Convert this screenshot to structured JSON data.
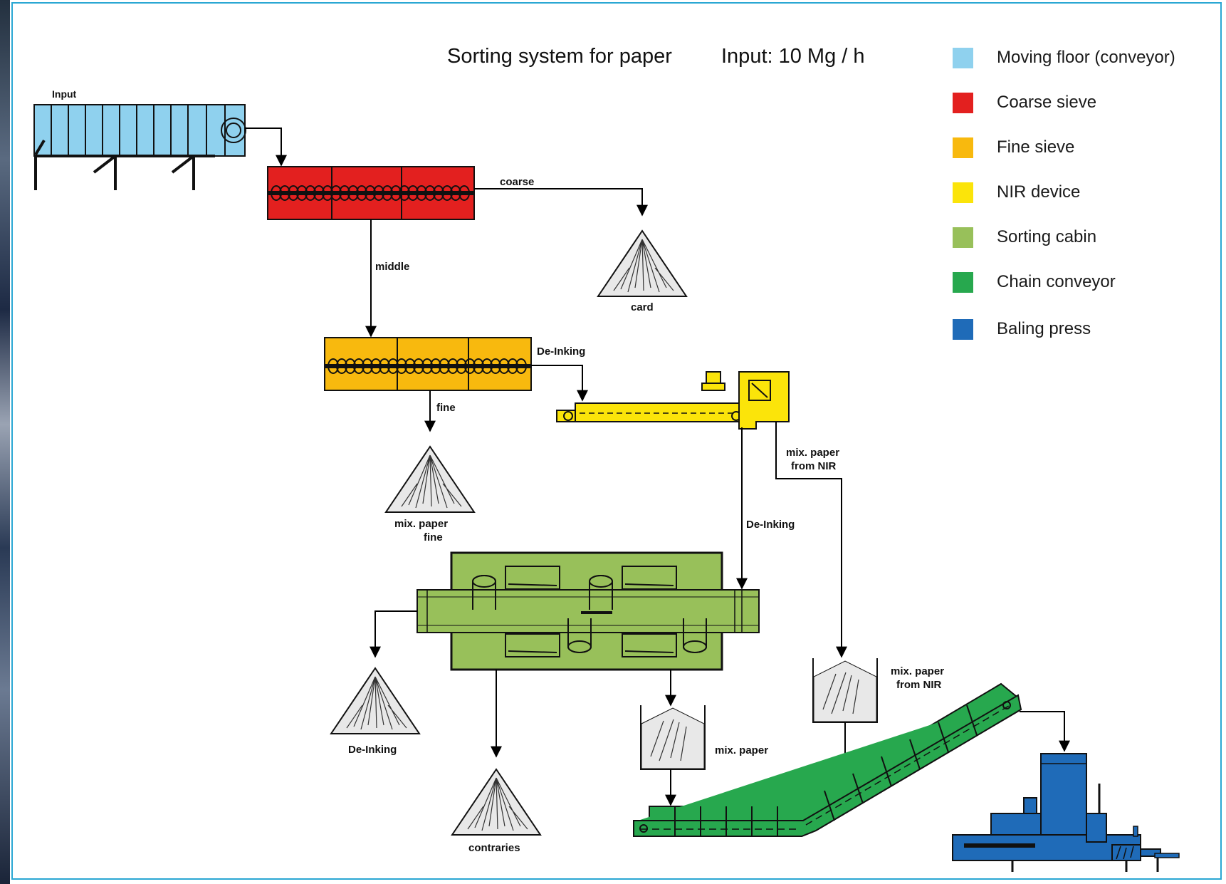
{
  "title": "Sorting system for paper",
  "input_rate": "Input: 10 Mg / h",
  "legend": [
    {
      "label": "Moving floor (conveyor)",
      "color": "#8fd1ee"
    },
    {
      "label": "Coarse sieve",
      "color": "#e3201f"
    },
    {
      "label": "Fine sieve",
      "color": "#f8b90e"
    },
    {
      "label": "NIR device",
      "color": "#fbe40a"
    },
    {
      "label": "Sorting cabin",
      "color": "#98c05a"
    },
    {
      "label": "Chain conveyor",
      "color": "#27a84e"
    },
    {
      "label": "Baling press",
      "color": "#1f6bb8"
    }
  ],
  "labels": {
    "input": "Input",
    "coarse": "coarse",
    "card": "card",
    "middle": "middle",
    "deinking_top": "De-Inking",
    "fine": "fine",
    "mix_paper_fine_1": "mix. paper",
    "mix_paper_fine_2": "fine",
    "nir_out_1": "mix. paper",
    "nir_out_2": "from NIR",
    "deinking_mid": "De-Inking",
    "deinking_bottom": "De-Inking",
    "contraries": "contraries",
    "mix_paper": "mix. paper",
    "nir_bin_1": "mix. paper",
    "nir_bin_2": "from NIR"
  }
}
